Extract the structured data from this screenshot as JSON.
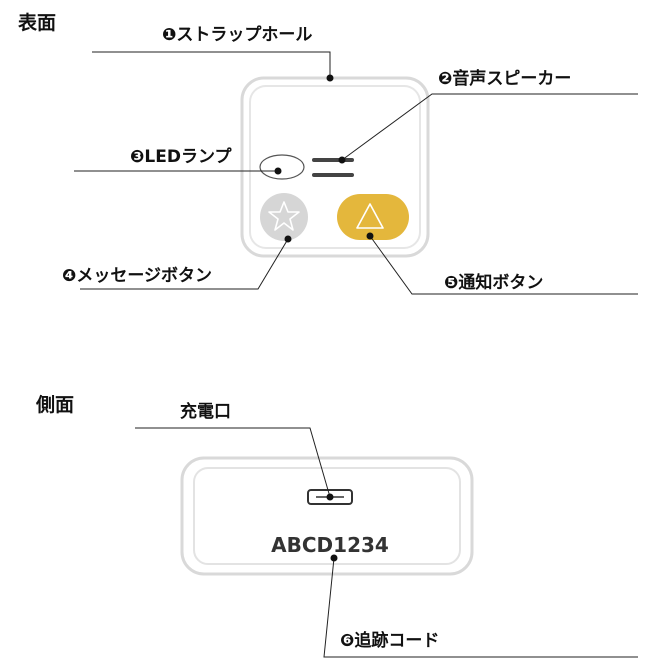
{
  "front": {
    "heading": "表面",
    "callouts": [
      {
        "label": "❶ストラップホール"
      },
      {
        "label": "❷音声スピーカー"
      },
      {
        "label": "❸LEDランプ"
      },
      {
        "label": "❹メッセージボタン"
      },
      {
        "label": "❺通知ボタン"
      }
    ],
    "colors": {
      "frame": "#d9d9d9",
      "message_button": "#d6d6d6",
      "notify_button": "#e4b73c",
      "speaker": "#444444"
    },
    "icons": {
      "message_button": "star-icon",
      "notify_button": "triangle-icon"
    }
  },
  "side": {
    "heading": "側面",
    "callouts": [
      {
        "label": "充電口"
      },
      {
        "label": "❻追跡コード"
      }
    ],
    "code": "ABCD1234"
  }
}
